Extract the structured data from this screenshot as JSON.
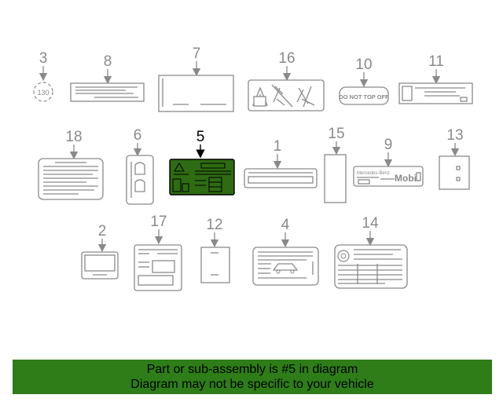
{
  "callouts": {
    "c1": "1",
    "c2": "2",
    "c3": "3",
    "c4": "4",
    "c5": "5",
    "c6": "6",
    "c7": "7",
    "c8": "8",
    "c9": "9",
    "c10": "10",
    "c11": "11",
    "c12": "12",
    "c13": "13",
    "c14": "14",
    "c15": "15",
    "c16": "16",
    "c17": "17",
    "c18": "18"
  },
  "label_texts": {
    "speed": "130",
    "do_not_top_off": "DO NOT TOP OFF",
    "brand": "Mercedes-Benz",
    "mobil": "Mobil"
  },
  "highlight": {
    "part": "5",
    "color": "#2e6b12"
  },
  "footer": {
    "color": "#2e7d18",
    "line1": "Part or sub-assembly is #5 in diagram",
    "line2": "Diagram may not be specific to your vehicle"
  }
}
